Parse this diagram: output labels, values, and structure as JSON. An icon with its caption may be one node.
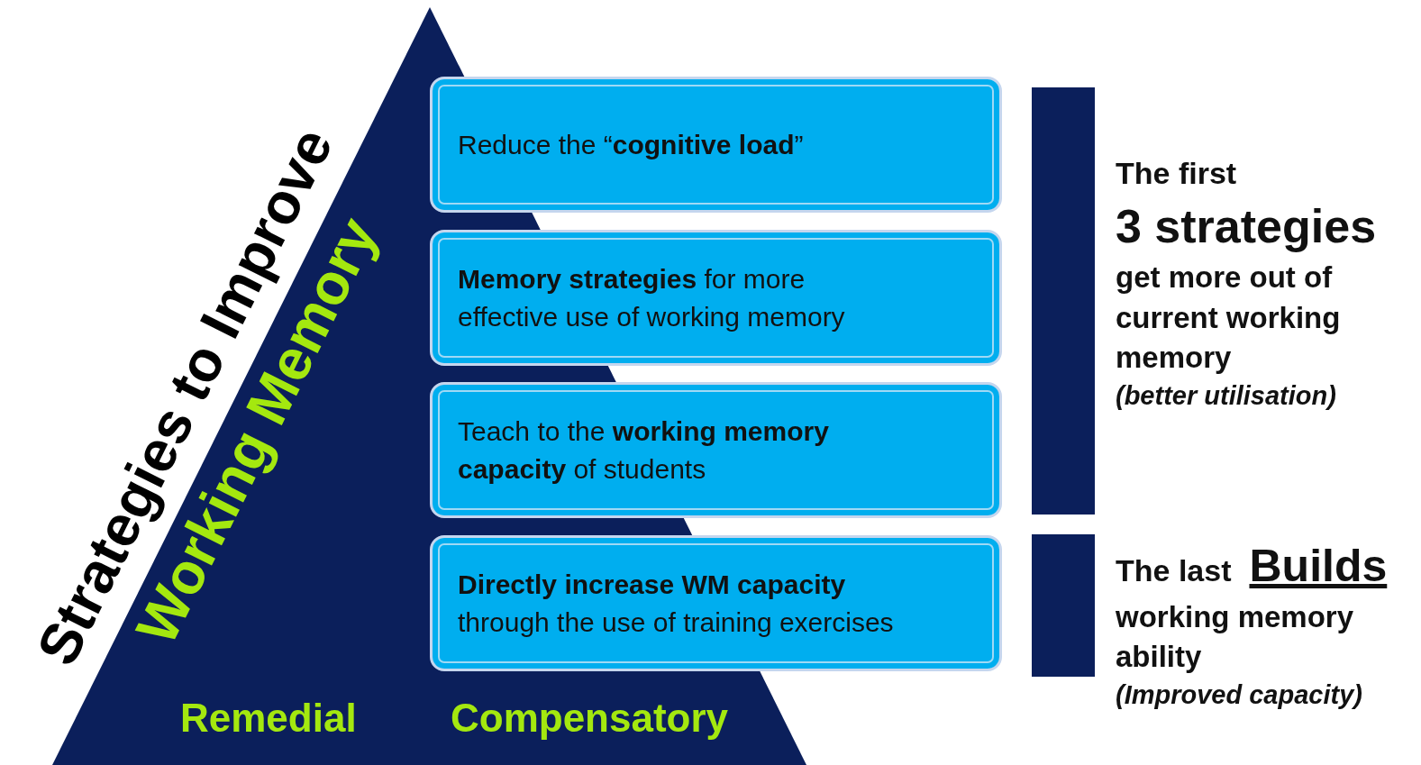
{
  "diagram": {
    "title": "Strategies to Improve",
    "nodes": [
      {
        "text": [
          "Reduce the “**cognitive load**”"
        ]
      },
      {
        "text": [
          "**Memory strategies** for more effective use of working memory"
        ]
      },
      {
        "text": [
          "Teach to the **working memory capacity** of students"
        ]
      },
      {
        "text": [
          "**Directly increase WM capacity** through the use of training exercises"
        ]
      },
      {
        "text": [],
        "shape": "bar",
        "beside": [
          "The first",
          "3 strategies",
          "get more out of current working memory",
          "(better utilisation)"
        ]
      },
      {
        "text": [],
        "shape": "bar",
        "beside": [
          "The last",
          "Builds",
          "working memory ability",
          "(Improved capacity)"
        ]
      }
    ],
    "labels": [
      "Working Memory",
      "Remedial",
      "Compensatory"
    ]
  }
}
